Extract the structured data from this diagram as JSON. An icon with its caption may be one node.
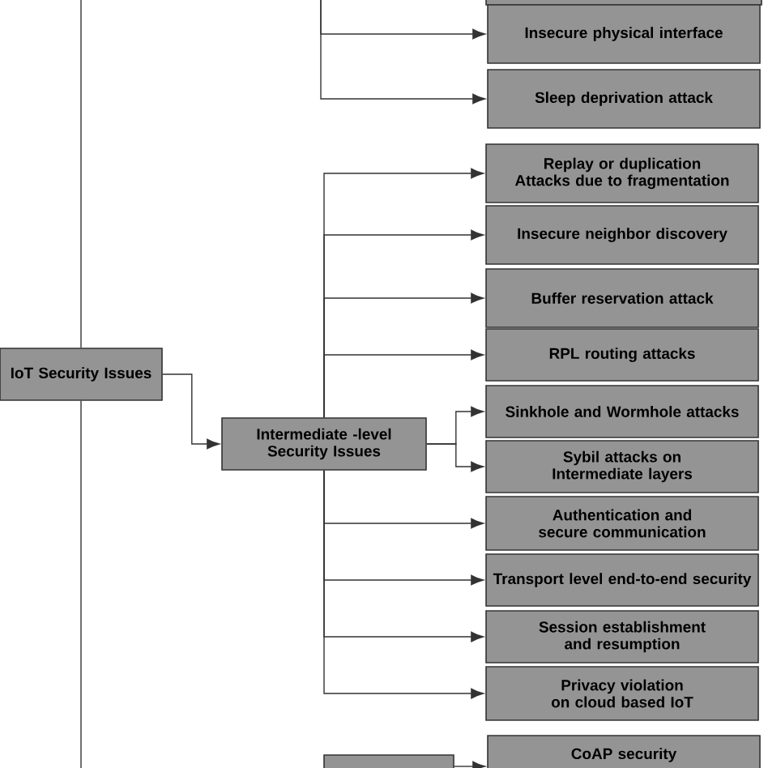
{
  "diagram": {
    "nodes": [
      {
        "text": [
          "IoT Security Issues"
        ]
      },
      {
        "text": [
          "Intermediate -level Security Issues"
        ]
      },
      {
        "text": [],
        "shape": "box"
      },
      {
        "text": [
          "Insecure physical interface"
        ]
      },
      {
        "text": [
          "Sleep deprivation attack"
        ]
      },
      {
        "text": [
          "Replay or duplication Attacks due to fragmentation"
        ]
      },
      {
        "text": [
          "Insecure neighbor discovery"
        ]
      },
      {
        "text": [
          "Buffer reservation attack"
        ]
      },
      {
        "text": [
          "RPL routing attacks"
        ]
      },
      {
        "text": [
          "Sinkhole and Wormhole attacks"
        ]
      },
      {
        "text": [
          "Sybil attacks on Intermediate layers"
        ]
      },
      {
        "text": [
          "Authentication and secure communication"
        ]
      },
      {
        "text": [
          "Transport level end-to-end security"
        ]
      },
      {
        "text": [
          "Session establishment and resumption"
        ]
      },
      {
        "text": [
          "Privacy violation on cloud based IoT"
        ]
      },
      {
        "text": [
          "CoAP security"
        ]
      },
      {
        "text": [],
        "shape": "box"
      }
    ],
    "edges": [
      {
        "from": 0,
        "to": null,
        "arrow": "none"
      },
      {
        "from": 0,
        "to": null,
        "arrow": "none"
      },
      {
        "from": 0,
        "to": 1,
        "arrow": "to"
      },
      {
        "from": null,
        "to": 3,
        "arrow": "to"
      },
      {
        "from": null,
        "to": 4,
        "arrow": "to"
      },
      {
        "from": 1,
        "to": 5,
        "arrow": "to"
      },
      {
        "from": 1,
        "to": 6,
        "arrow": "to"
      },
      {
        "from": 1,
        "to": 7,
        "arrow": "to"
      },
      {
        "from": 1,
        "to": 8,
        "arrow": "to"
      },
      {
        "from": 1,
        "to": 9,
        "arrow": "to"
      },
      {
        "from": 1,
        "to": 10,
        "arrow": "to"
      },
      {
        "from": 1,
        "to": 11,
        "arrow": "to"
      },
      {
        "from": 1,
        "to": 12,
        "arrow": "to"
      },
      {
        "from": 1,
        "to": 13,
        "arrow": "to"
      },
      {
        "from": 1,
        "to": 14,
        "arrow": "to"
      },
      {
        "from": 16,
        "to": 15,
        "arrow": "to"
      }
    ]
  }
}
